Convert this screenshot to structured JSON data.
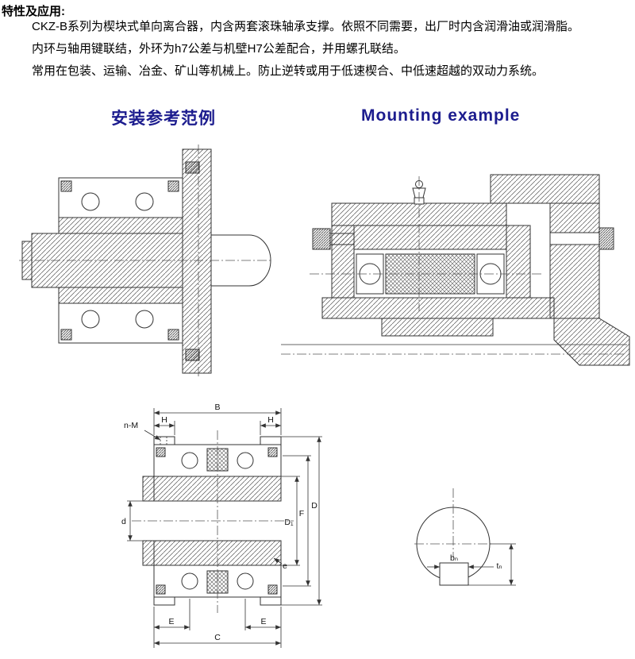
{
  "header": {
    "section_title": "特性及应用:",
    "paragraphs": [
      "CKZ-B系列为楔块式单向离合器，内含两套滚珠轴承支撑。依照不同需要，出厂时内含润滑油或润滑脂。",
      "内环与轴用键联结，外环为h7公差与机壁H7公差配合，并用螺孔联结。",
      "常用在包装、运输、冶金、矿山等机械上。防止逆转或用于低速楔合、中低速超越的双动力系统。"
    ]
  },
  "headings": {
    "cn": "安装参考范例",
    "en": "Mounting example"
  },
  "dims": {
    "B": "B",
    "n_M": "n-M",
    "H": "H",
    "d": "d",
    "D1": "D₁",
    "F": "F",
    "D": "D",
    "e": "e",
    "E": "E",
    "C": "C",
    "b_n": "bₙ",
    "t_n": "tₙ"
  },
  "colors": {
    "heading": "#1c1c8e",
    "line": "#333333",
    "background": "#ffffff"
  }
}
